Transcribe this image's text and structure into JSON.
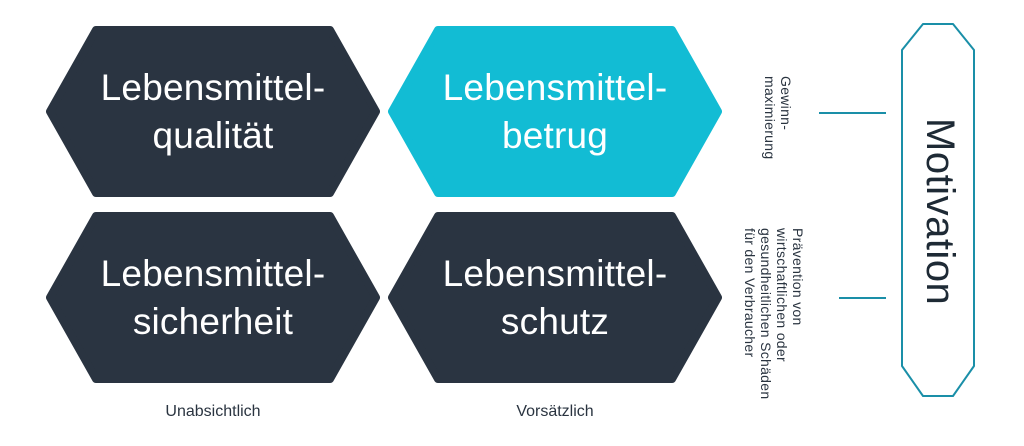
{
  "colors": {
    "dark": "#2a3441",
    "accent": "#12bcd4",
    "text_dark": "#2a3440",
    "outline": "#1a8fa8"
  },
  "quadrants": {
    "top_left": {
      "line1": "Lebensmittel-",
      "line2": "qualität",
      "fill": "dark"
    },
    "top_right": {
      "line1": "Lebensmittel-",
      "line2": "betrug",
      "fill": "accent"
    },
    "bottom_left": {
      "line1": "Lebensmittel-",
      "line2": "sicherheit",
      "fill": "dark"
    },
    "bottom_right": {
      "line1": "Lebensmittel-",
      "line2": "schutz",
      "fill": "dark"
    }
  },
  "axis": {
    "left_label": "Unabsichtlich",
    "right_label": "Vorsätzlich"
  },
  "motivation": {
    "title": "Motivation",
    "upper": {
      "line1": "Gewinn-",
      "line2": "maximierung"
    },
    "lower": {
      "line1": "Prävention von",
      "line2": "wirtschaftlichen oder",
      "line3": "gesundheitlichen Schäden",
      "line4": "für den Verbraucher"
    }
  }
}
